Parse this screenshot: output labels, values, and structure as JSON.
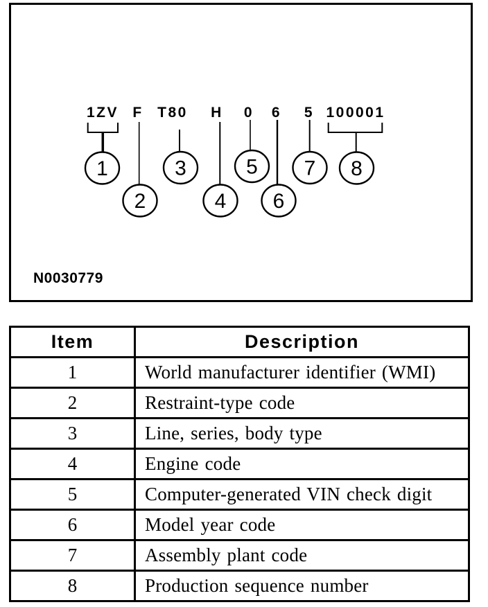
{
  "diagram": {
    "segments": [
      "1ZV",
      "F",
      "T80",
      "H",
      "0",
      "6",
      "5",
      "100001"
    ],
    "callouts": [
      "1",
      "2",
      "3",
      "4",
      "5",
      "6",
      "7",
      "8"
    ],
    "figure_code": "N0030779",
    "line_color": "#000000",
    "background_color": "#ffffff"
  },
  "table": {
    "header": {
      "item": "Item",
      "description": "Description"
    },
    "rows": [
      {
        "item": "1",
        "description": "World manufacturer identifier (WMI)"
      },
      {
        "item": "2",
        "description": "Restraint-type code"
      },
      {
        "item": "3",
        "description": "Line, series, body type"
      },
      {
        "item": "4",
        "description": "Engine code"
      },
      {
        "item": "5",
        "description": "Computer-generated VIN check digit"
      },
      {
        "item": "6",
        "description": "Model year code"
      },
      {
        "item": "7",
        "description": "Assembly plant code"
      },
      {
        "item": "8",
        "description": "Production sequence number"
      }
    ]
  }
}
